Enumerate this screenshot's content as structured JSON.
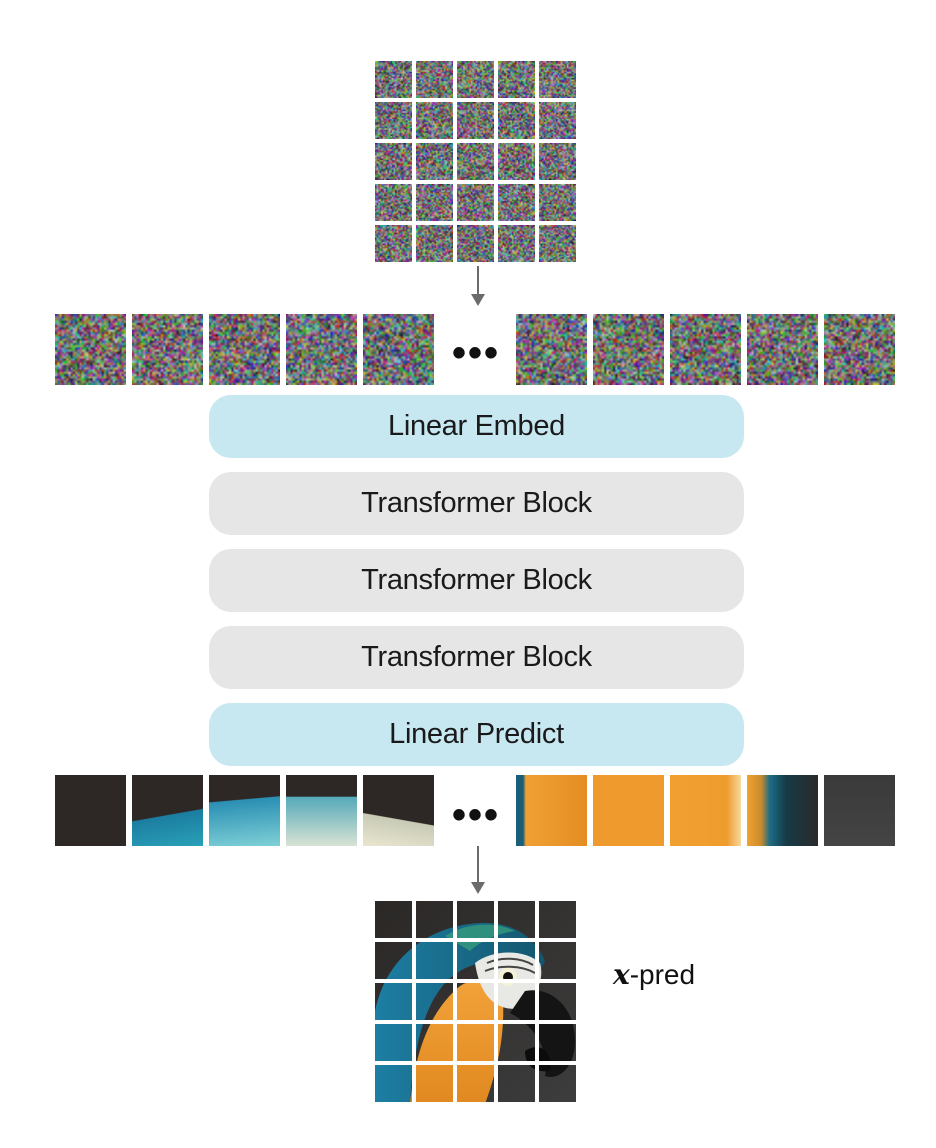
{
  "blocks": {
    "linear_embed": "Linear Embed",
    "transformer_1": "Transformer Block",
    "transformer_2": "Transformer Block",
    "transformer_3": "Transformer Block",
    "linear_predict": "Linear Predict"
  },
  "ellipsis": "•••",
  "output_label": {
    "var": "x",
    "suffix": "-pred"
  },
  "colors": {
    "linear_block": "#c7e7f1",
    "transformer_block": "#e6e6e7",
    "arrow": "#6b6b6b"
  }
}
